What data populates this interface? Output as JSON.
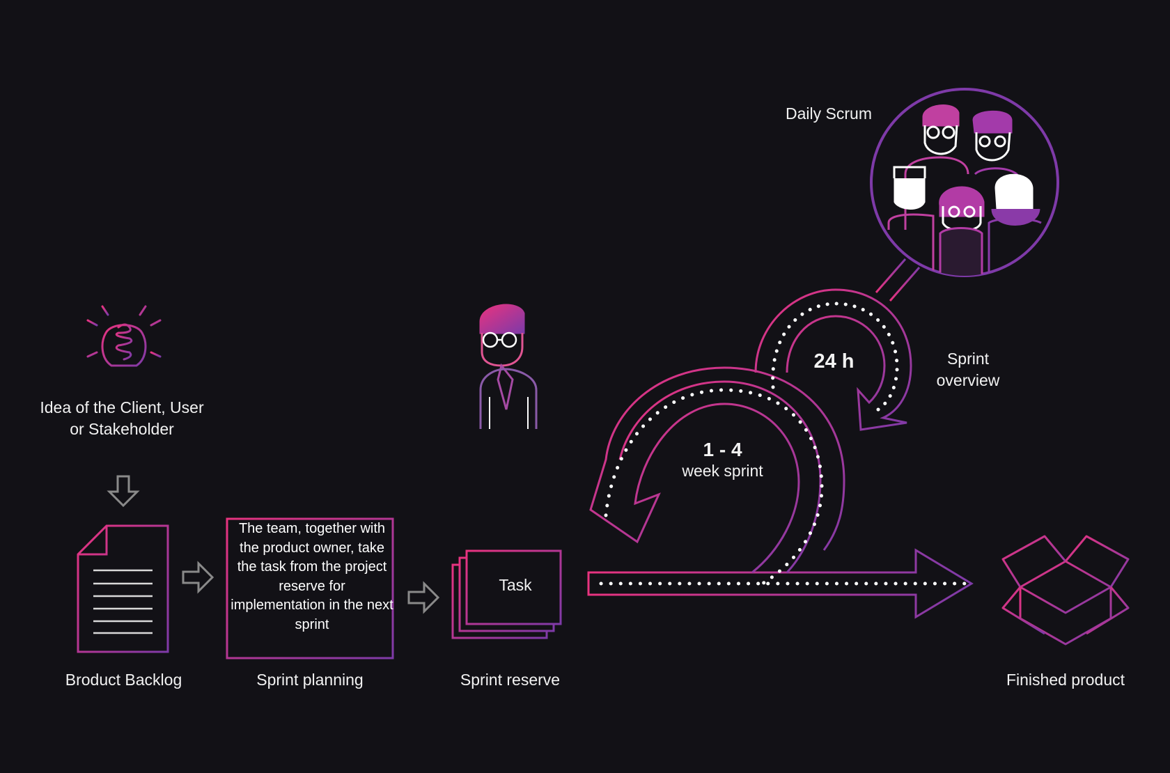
{
  "colors": {
    "background": "#121116",
    "accent_pink": "#e8337f",
    "accent_purple": "#7e3aa8",
    "text": "#f2f2f2",
    "gray_arrow": "#8a8a8a"
  },
  "labels": {
    "idea_line1": "Idea of the Client, User",
    "idea_line2": "or Stakeholder",
    "backlog": "Broduct Backlog",
    "planning": "Sprint planning",
    "reserve": "Sprint reserve",
    "finished": "Finished product",
    "daily_scrum": "Daily Scrum",
    "overview_line1": "Sprint",
    "overview_line2": "overview",
    "cycle_24h": "24 h",
    "sprint_range": "1 - 4",
    "sprint_unit": "week sprint",
    "task": "Task"
  },
  "planning_box": {
    "text": "The team, together with the product owner, take the task from the project reserve for implementation in the next sprint"
  },
  "icons": [
    "lightbulb-icon",
    "down-arrow-icon",
    "document-icon",
    "right-arrow-icon",
    "task-stack-icon",
    "product-owner-icon",
    "sprint-cycle-arrow-icon",
    "daily-cycle-arrow-icon",
    "team-circle-icon",
    "open-box-icon"
  ]
}
